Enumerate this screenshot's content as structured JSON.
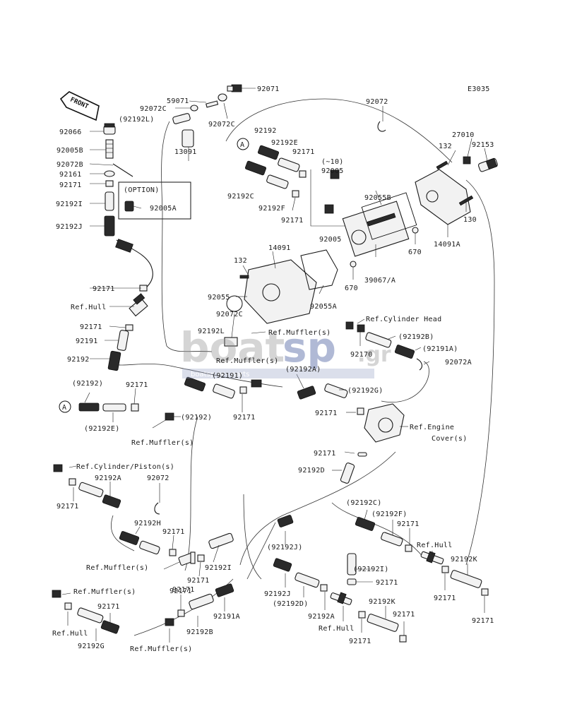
{
  "diagram_code": "E3035",
  "front_tag": "FRONT",
  "option_title": "(OPTION)",
  "circle_marker": "A",
  "watermark": {
    "main_a": "boat",
    "main_b": "sp",
    "suffix": ".gr",
    "sub": "boatsp.gr - parts"
  },
  "labels": [
    {
      "id": "l1",
      "text": "59071"
    },
    {
      "id": "l2",
      "text": "92071"
    },
    {
      "id": "l3",
      "text": "92072C"
    },
    {
      "id": "l4",
      "text": "(92192L)"
    },
    {
      "id": "l5",
      "text": "92072C"
    },
    {
      "id": "l6",
      "text": "92072"
    },
    {
      "id": "l7",
      "text": "92066"
    },
    {
      "id": "l8",
      "text": "92192"
    },
    {
      "id": "l9",
      "text": "92192E"
    },
    {
      "id": "l10",
      "text": "92005B"
    },
    {
      "id": "l11",
      "text": "13091"
    },
    {
      "id": "l12",
      "text": "92171"
    },
    {
      "id": "l13",
      "text": "(~10)"
    },
    {
      "id": "l14",
      "text": "92005"
    },
    {
      "id": "l15",
      "text": "27010"
    },
    {
      "id": "l16",
      "text": "132"
    },
    {
      "id": "l17",
      "text": "92153"
    },
    {
      "id": "l18",
      "text": "92072B"
    },
    {
      "id": "l19",
      "text": "92161"
    },
    {
      "id": "l20",
      "text": "92171"
    },
    {
      "id": "l21",
      "text": "92192C"
    },
    {
      "id": "l22",
      "text": "92192F"
    },
    {
      "id": "l23",
      "text": "92055B"
    },
    {
      "id": "l24",
      "text": "92192I"
    },
    {
      "id": "l25",
      "text": "92005A"
    },
    {
      "id": "l26",
      "text": "92171"
    },
    {
      "id": "l27",
      "text": "130"
    },
    {
      "id": "l28",
      "text": "92192J"
    },
    {
      "id": "l29",
      "text": "92005"
    },
    {
      "id": "l30",
      "text": "14091A"
    },
    {
      "id": "l31",
      "text": "670"
    },
    {
      "id": "l32",
      "text": "14091"
    },
    {
      "id": "l33",
      "text": "132"
    },
    {
      "id": "l34",
      "text": "670"
    },
    {
      "id": "l35",
      "text": "39067/A"
    },
    {
      "id": "l36",
      "text": "92171"
    },
    {
      "id": "l37",
      "text": "Ref.Hull"
    },
    {
      "id": "l38",
      "text": "92055"
    },
    {
      "id": "l39",
      "text": "92055A"
    },
    {
      "id": "l40",
      "text": "92072C"
    },
    {
      "id": "l41",
      "text": "Ref.Cylinder Head"
    },
    {
      "id": "l42",
      "text": "92171"
    },
    {
      "id": "l43",
      "text": "92192L"
    },
    {
      "id": "l44",
      "text": "Ref.Muffler(s)"
    },
    {
      "id": "l45",
      "text": "(92192B)"
    },
    {
      "id": "l46",
      "text": "92191"
    },
    {
      "id": "l47",
      "text": "92170"
    },
    {
      "id": "l48",
      "text": "(92191A)"
    },
    {
      "id": "l49",
      "text": "92192"
    },
    {
      "id": "l50",
      "text": "Ref.Muffler(s)"
    },
    {
      "id": "l51",
      "text": "92072A"
    },
    {
      "id": "l52",
      "text": "(92191)"
    },
    {
      "id": "l53",
      "text": "(92192A)"
    },
    {
      "id": "l54",
      "text": "(92192)"
    },
    {
      "id": "l55",
      "text": "92171"
    },
    {
      "id": "l56",
      "text": "(92192G)"
    },
    {
      "id": "l57",
      "text": "(92192)"
    },
    {
      "id": "l58",
      "text": "92171"
    },
    {
      "id": "l59",
      "text": "92171"
    },
    {
      "id": "l60",
      "text": "Ref.Engine"
    },
    {
      "id": "l61",
      "text": "Cover(s)"
    },
    {
      "id": "l62",
      "text": "(92192E)"
    },
    {
      "id": "l63",
      "text": "Ref.Muffler(s)"
    },
    {
      "id": "l64",
      "text": "92171"
    },
    {
      "id": "l65",
      "text": "92192D"
    },
    {
      "id": "l66",
      "text": "Ref.Cylinder/Piston(s)"
    },
    {
      "id": "l67",
      "text": "92192A"
    },
    {
      "id": "l68",
      "text": "92072"
    },
    {
      "id": "l69",
      "text": "92171"
    },
    {
      "id": "l70",
      "text": "(92192C)"
    },
    {
      "id": "l71",
      "text": "(92192F)"
    },
    {
      "id": "l72",
      "text": "92192H"
    },
    {
      "id": "l73",
      "text": "92171"
    },
    {
      "id": "l74",
      "text": "92171"
    },
    {
      "id": "l75",
      "text": "(92192J)"
    },
    {
      "id": "l76",
      "text": "Ref.Hull"
    },
    {
      "id": "l77",
      "text": "Ref.Muffler(s)"
    },
    {
      "id": "l78",
      "text": "92192I"
    },
    {
      "id": "l79",
      "text": "(92192I)"
    },
    {
      "id": "l80",
      "text": "92192K"
    },
    {
      "id": "l81",
      "text": "92171"
    },
    {
      "id": "l82",
      "text": "92171"
    },
    {
      "id": "l83",
      "text": "Ref.Muffler(s)"
    },
    {
      "id": "l84",
      "text": "92171"
    },
    {
      "id": "l85",
      "text": "92192J"
    },
    {
      "id": "l86",
      "text": "92171"
    },
    {
      "id": "l87",
      "text": "92191A"
    },
    {
      "id": "l88",
      "text": "(92192D)"
    },
    {
      "id": "l89",
      "text": "92192K"
    },
    {
      "id": "l90",
      "text": "92171"
    },
    {
      "id": "l91",
      "text": "92192A"
    },
    {
      "id": "l92",
      "text": "92171"
    },
    {
      "id": "l93",
      "text": "92171"
    },
    {
      "id": "l94",
      "text": "92192B"
    },
    {
      "id": "l95",
      "text": "92171"
    },
    {
      "id": "l96",
      "text": "Ref.Hull"
    },
    {
      "id": "l97",
      "text": "92192G"
    },
    {
      "id": "l98",
      "text": "Ref.Muffler(s)"
    },
    {
      "id": "l99",
      "text": "92171"
    }
  ]
}
